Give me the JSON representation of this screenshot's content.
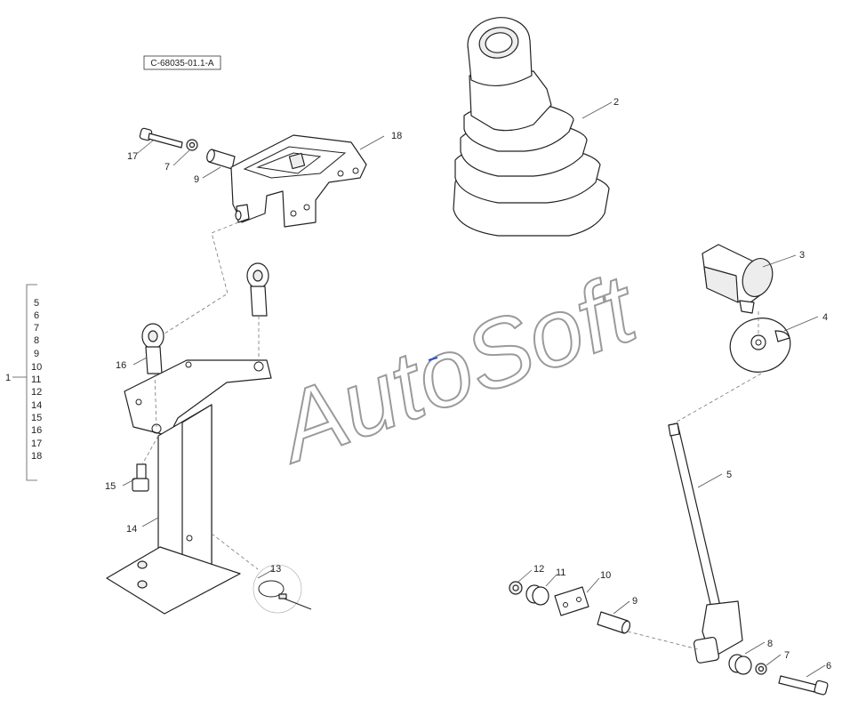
{
  "diagram": {
    "reference_code": "C-68035-01.1-A",
    "watermark": "AutoSoft",
    "group": {
      "label": "1",
      "members": [
        "5",
        "6",
        "7",
        "8",
        "9",
        "10",
        "11",
        "12",
        "14",
        "15",
        "16",
        "17",
        "18"
      ]
    },
    "callouts": {
      "p2": "2",
      "p3": "3",
      "p4": "4",
      "p5": "5",
      "p6": "6",
      "p7_top": "7",
      "p7_bottom": "7",
      "p8": "8",
      "p9_top": "9",
      "p9_bottom": "9",
      "p10": "10",
      "p11": "11",
      "p12": "12",
      "p13": "13",
      "p14": "14",
      "p15": "15",
      "p16": "16",
      "p17": "17",
      "p18": "18"
    }
  }
}
